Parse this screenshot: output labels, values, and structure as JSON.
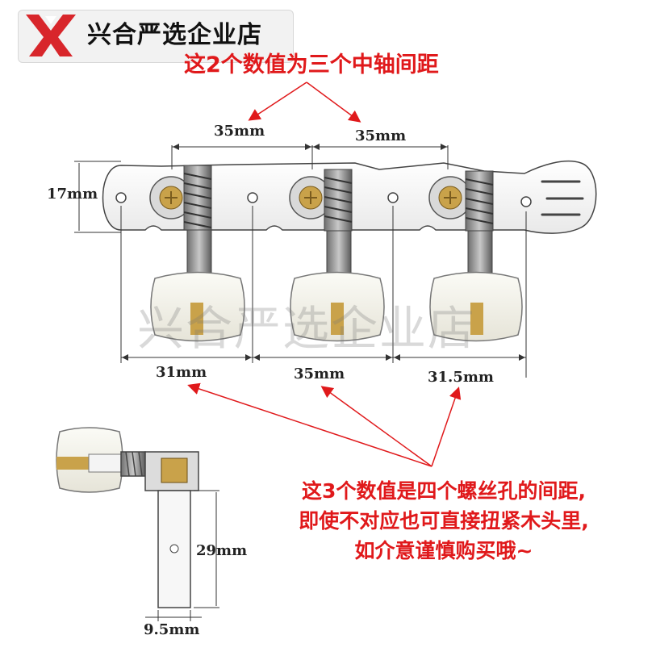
{
  "shop": {
    "name": "兴合严选企业店",
    "watermark": "兴合严选企业店"
  },
  "notes": {
    "top": "这2个数值为三个中轴间距",
    "bottom_lines": [
      "这3个数值是四个螺丝孔的间距,",
      "即使不对应也可直接扭紧木头里,",
      "如介意谨慎购买哦~"
    ]
  },
  "dimensions": {
    "axis_spacing": [
      "35mm",
      "35mm"
    ],
    "plate_height": "17mm",
    "hole_spacing": [
      "31mm",
      "35mm",
      "31.5mm"
    ],
    "post_length": "29mm",
    "post_width": "9.5mm"
  },
  "colors": {
    "note": "#e0191b",
    "logo": "#d8262b",
    "brass": "#c9a24a",
    "line": "#333333"
  },
  "icons": [
    "logo-icon"
  ]
}
